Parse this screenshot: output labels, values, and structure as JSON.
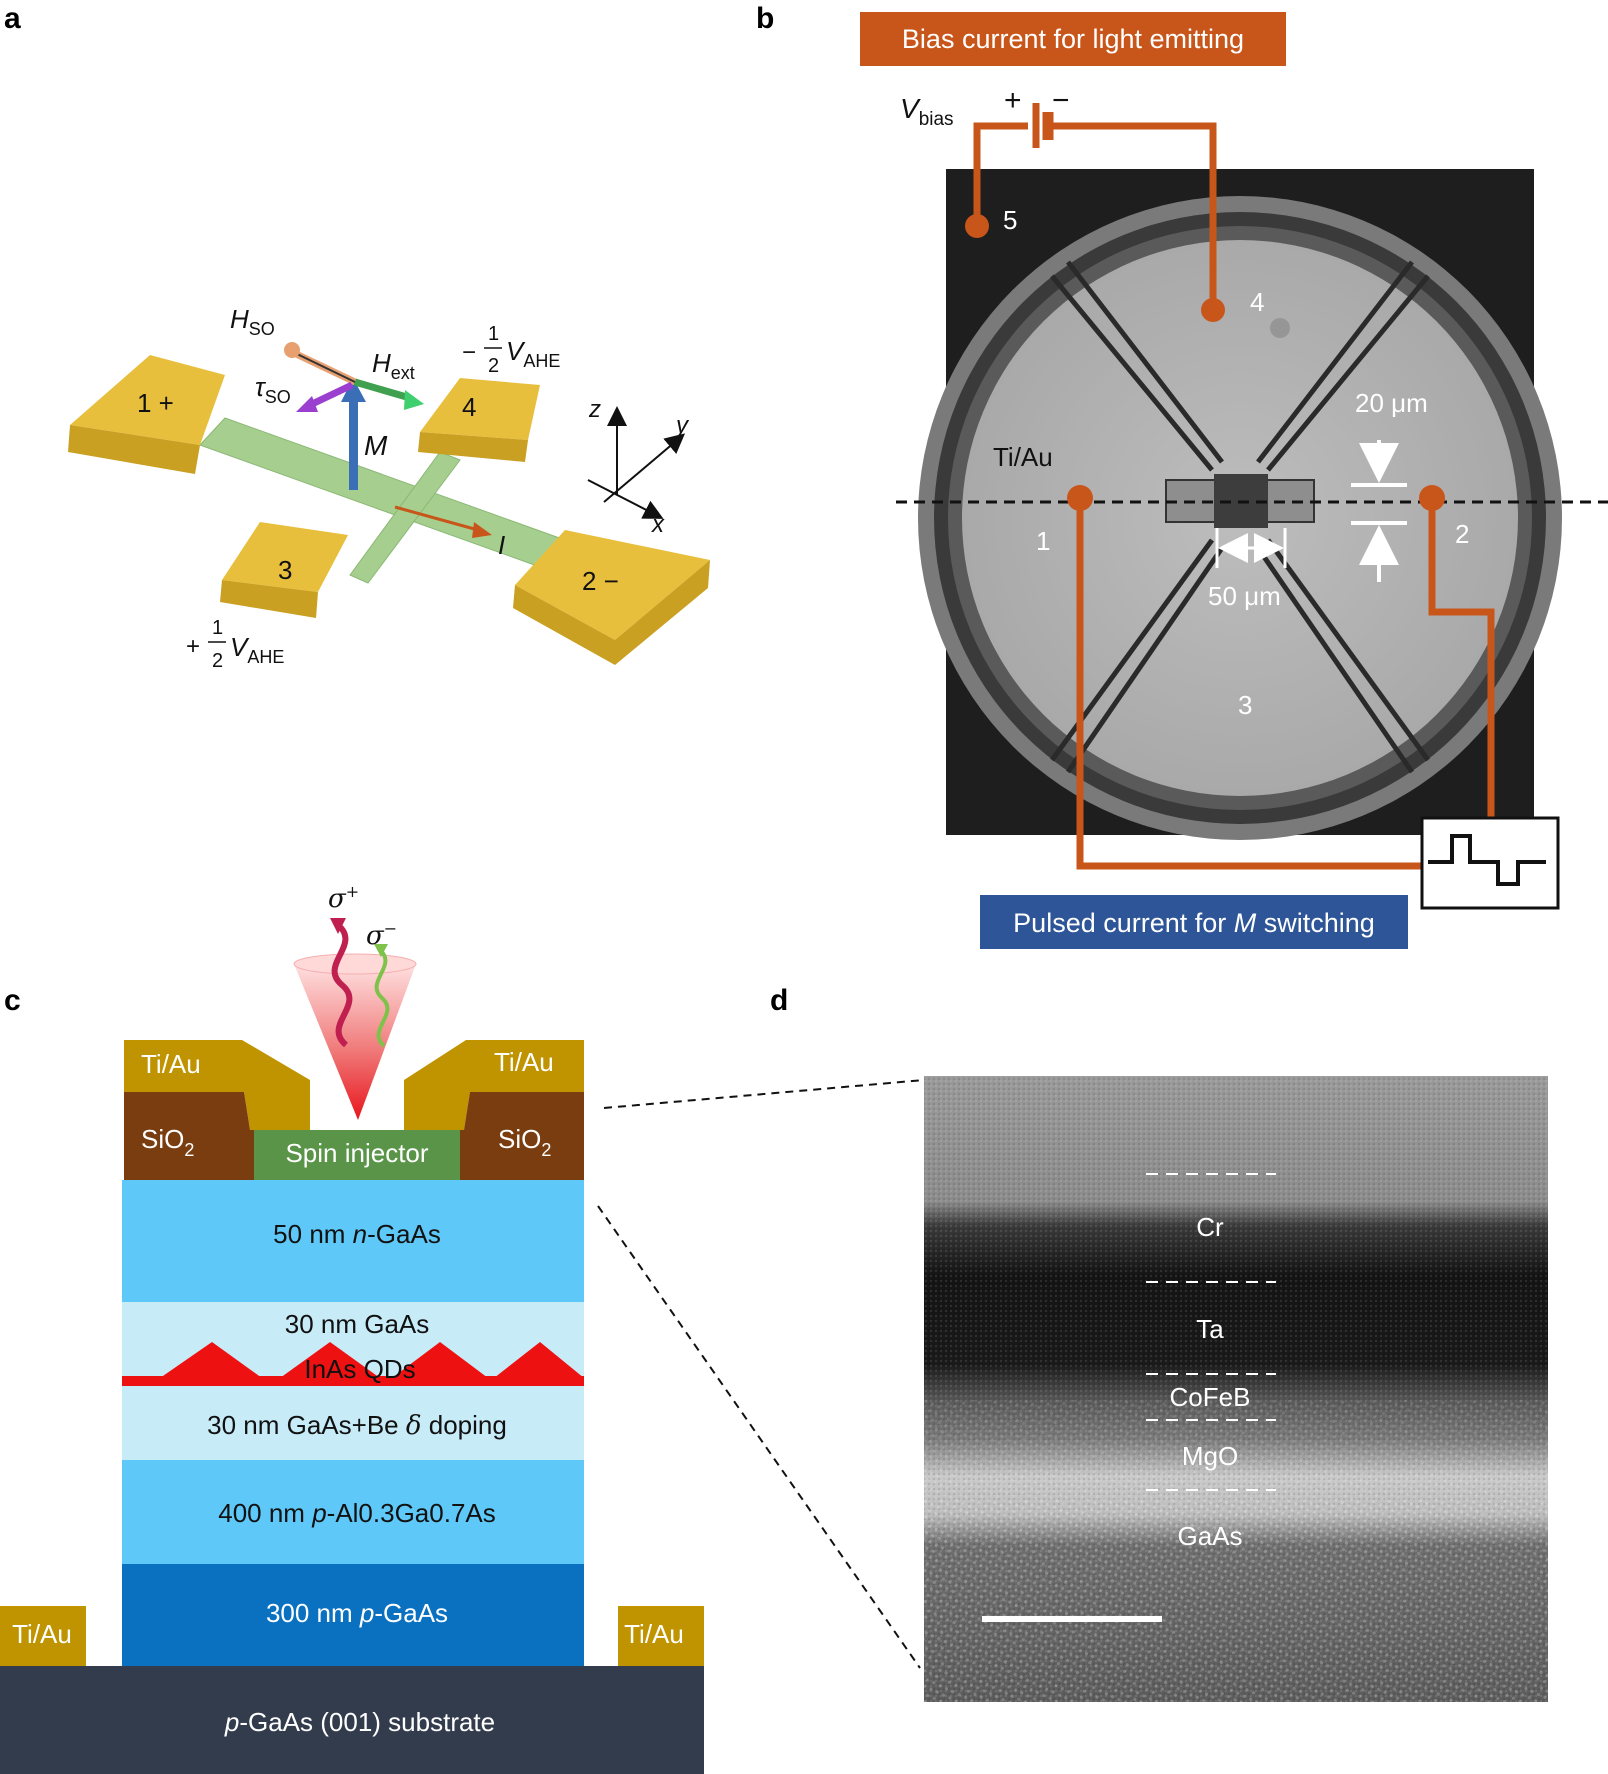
{
  "panels": {
    "a": "a",
    "b": "b",
    "c": "c",
    "d": "d"
  },
  "panel_a": {
    "pad1": "1 +",
    "pad2": "2 −",
    "pad3": "3",
    "pad4": "4",
    "h_so": "H",
    "h_so_sub": "SO",
    "h_ext": "H",
    "h_ext_sub": "ext",
    "tau_so": "τ",
    "tau_so_sub": "SO",
    "m_label": "M",
    "i_label": "I",
    "v_minus_sign": "−",
    "v_plus_sign": "+",
    "frac_num": "1",
    "frac_den": "2",
    "v_label": "V",
    "v_sub": "AHE",
    "axis_z": "z",
    "axis_y": "y",
    "axis_x": "x",
    "colors": {
      "pad": "#e8bf3c",
      "pad_side": "#c9a021",
      "channel": "#a6cf8f",
      "m_arrow": "#3a6fb7",
      "current": "#c8561a"
    }
  },
  "panel_b": {
    "bias_box": "Bias current for light emitting",
    "pulse_box_pre": "Pulsed current for ",
    "pulse_box_m": "M",
    "pulse_box_post": " switching",
    "v_label": "V",
    "v_sub": "bias",
    "plus": "+",
    "minus": "−",
    "terminals": [
      "1",
      "2",
      "3",
      "4",
      "5"
    ],
    "ti_au": "Ti/Au",
    "dim_20": "20 μm",
    "dim_50": "50 μm",
    "colors": {
      "bias_box": "#c8561a",
      "pulse_box": "#2e5597",
      "wire": "#c8561a"
    }
  },
  "panel_c": {
    "sigma_plus": "σ",
    "sigma_plus_sup": "+",
    "sigma_minus": "σ",
    "sigma_minus_sup": "−",
    "ti_au": "Ti/Au",
    "sio2": "SiO",
    "sio2_sub": "2",
    "spin_injector": "Spin injector",
    "layers": {
      "n_gaas_pre": "50 nm ",
      "n_gaas_it": "n",
      "n_gaas_post": "-GaAs",
      "gaas30": "30 nm GaAs",
      "inas": "InAs QDs",
      "be_pre": "30 nm GaAs+Be ",
      "be_delta": "δ",
      "be_post": " doping",
      "algaas_pre": "400 nm ",
      "algaas_it": "p",
      "algaas_post": "-Al0.3Ga0.7As",
      "pgaas_pre": "300 nm ",
      "pgaas_it": "p",
      "pgaas_post": "-GaAs",
      "sub_it": "p",
      "sub_post": "-GaAs (001) substrate"
    },
    "colors": {
      "tiau": "#c09400",
      "sio2": "#7a3d10",
      "spin": "#5a9448",
      "n_gaas": "#5ec8f8",
      "gaas_light": "#c8ebf8",
      "qd": "#ee1111",
      "algaas": "#5ec8f8",
      "p_gaas": "#0a70c0",
      "substrate": "#333c4c"
    }
  },
  "panel_d": {
    "layers": [
      "Cr",
      "Ta",
      "CoFeB",
      "MgO",
      "GaAs"
    ]
  }
}
